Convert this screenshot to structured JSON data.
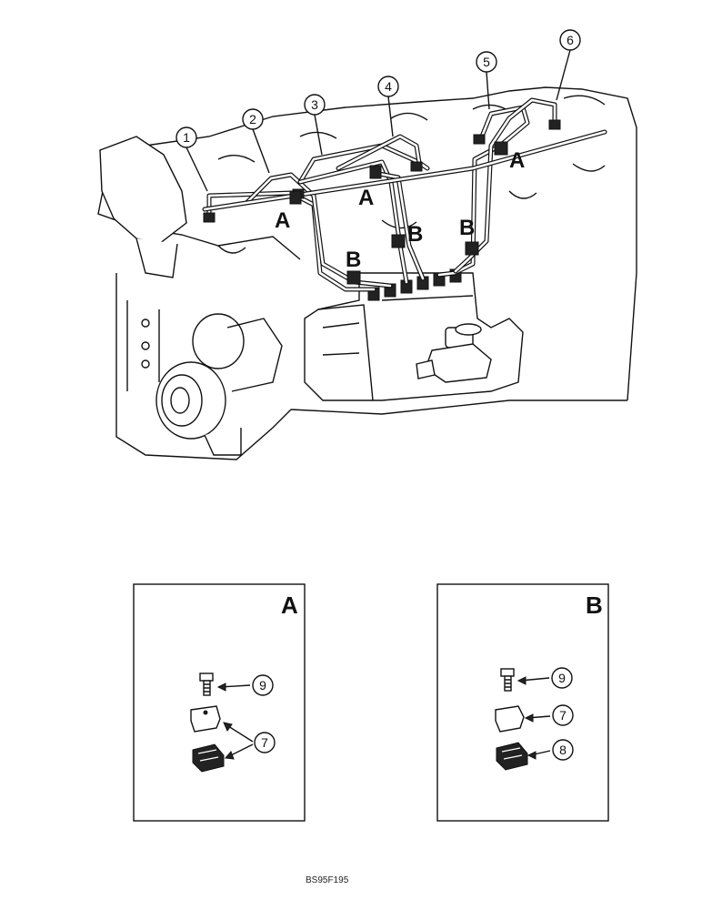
{
  "callouts_main": [
    "1",
    "2",
    "3",
    "4",
    "5",
    "6"
  ],
  "clamp_letters": [
    "A",
    "B",
    "A",
    "B",
    "B",
    "A"
  ],
  "detail_a": {
    "letter": "A",
    "callouts": [
      "9",
      "7"
    ]
  },
  "detail_b": {
    "letter": "B",
    "callouts": [
      "9",
      "7",
      "8"
    ]
  },
  "figure_code": "BS95F195"
}
